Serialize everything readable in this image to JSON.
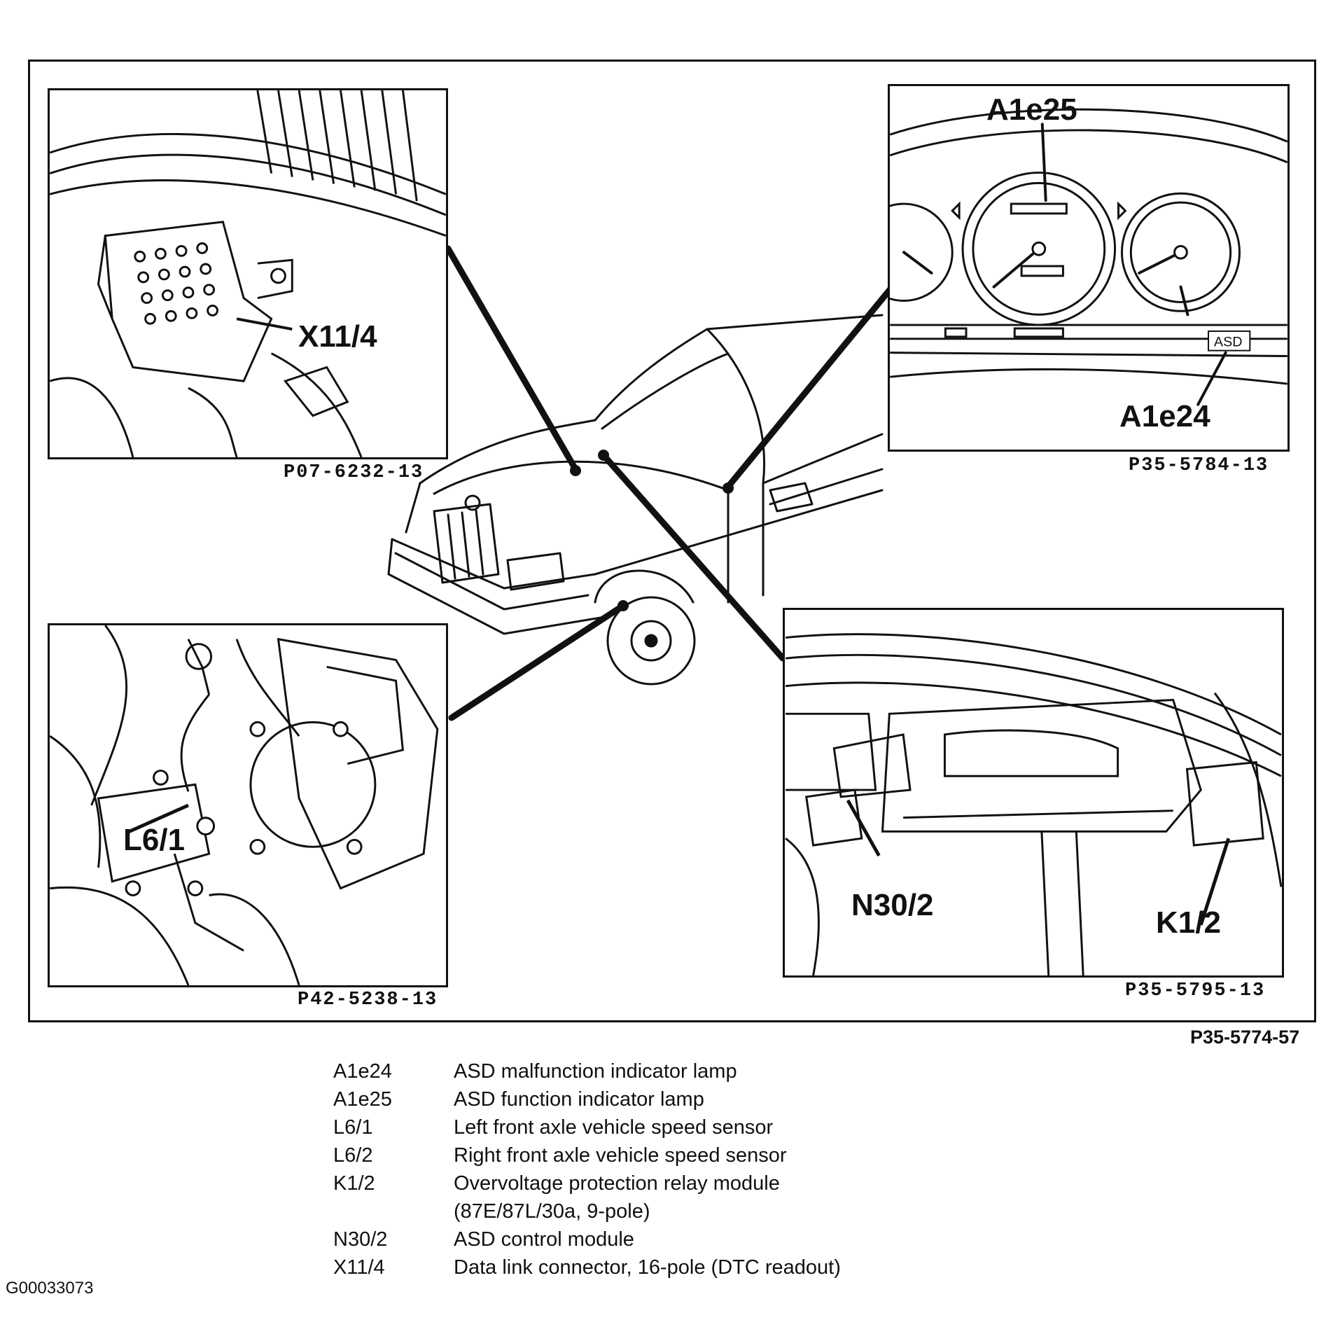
{
  "panels": {
    "connector": {
      "callout": "X11/4",
      "ref": "P07-6232-13"
    },
    "cluster": {
      "callout_top": "A1e25",
      "callout_bottom": "A1e24",
      "badge": "ASD",
      "ref": "P35-5784-13"
    },
    "sensor": {
      "callout": "L6/1",
      "ref": "P42-5238-13"
    },
    "module": {
      "callout_left": "N30/2",
      "callout_right": "K1/2",
      "ref": "P35-5795-13"
    }
  },
  "overall_ref": "P35-5774-57",
  "legend": [
    {
      "code": "A1e24",
      "desc": "ASD malfunction indicator lamp"
    },
    {
      "code": "A1e25",
      "desc": "ASD function indicator lamp"
    },
    {
      "code": "L6/1",
      "desc": "Left front axle vehicle speed sensor"
    },
    {
      "code": "L6/2",
      "desc": "Right front axle vehicle speed sensor"
    },
    {
      "code": "K1/2",
      "desc": "Overvoltage protection relay module"
    },
    {
      "code": "",
      "desc": "(87E/87L/30a, 9-pole)"
    },
    {
      "code": "N30/2",
      "desc": "ASD control module"
    },
    {
      "code": "X11/4",
      "desc": "Data link connector, 16-pole (DTC readout)"
    }
  ],
  "figure_id": "G00033073"
}
